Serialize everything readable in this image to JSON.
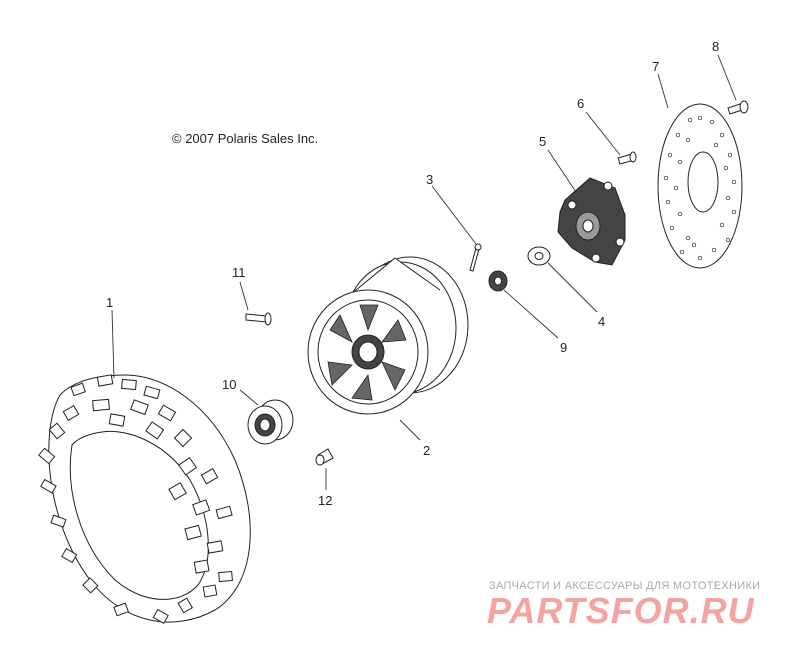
{
  "diagram": {
    "copyright": "© 2007 Polaris Sales Inc.",
    "callouts": {
      "c1": "1",
      "c2": "2",
      "c3": "3",
      "c4": "4",
      "c5": "5",
      "c6": "6",
      "c7": "7",
      "c8": "8",
      "c9": "9",
      "c10": "10",
      "c11": "11",
      "c12": "12"
    }
  },
  "watermark": {
    "tagline": "ЗАПЧАСТИ И АКСЕССУАРЫ ДЛЯ МОТОТЕХНИКИ",
    "logo": "PARTSFOR.RU"
  },
  "colors": {
    "line": "#222222",
    "watermark_logo": "#f4a2a2",
    "watermark_text": "#a9a9a9"
  }
}
